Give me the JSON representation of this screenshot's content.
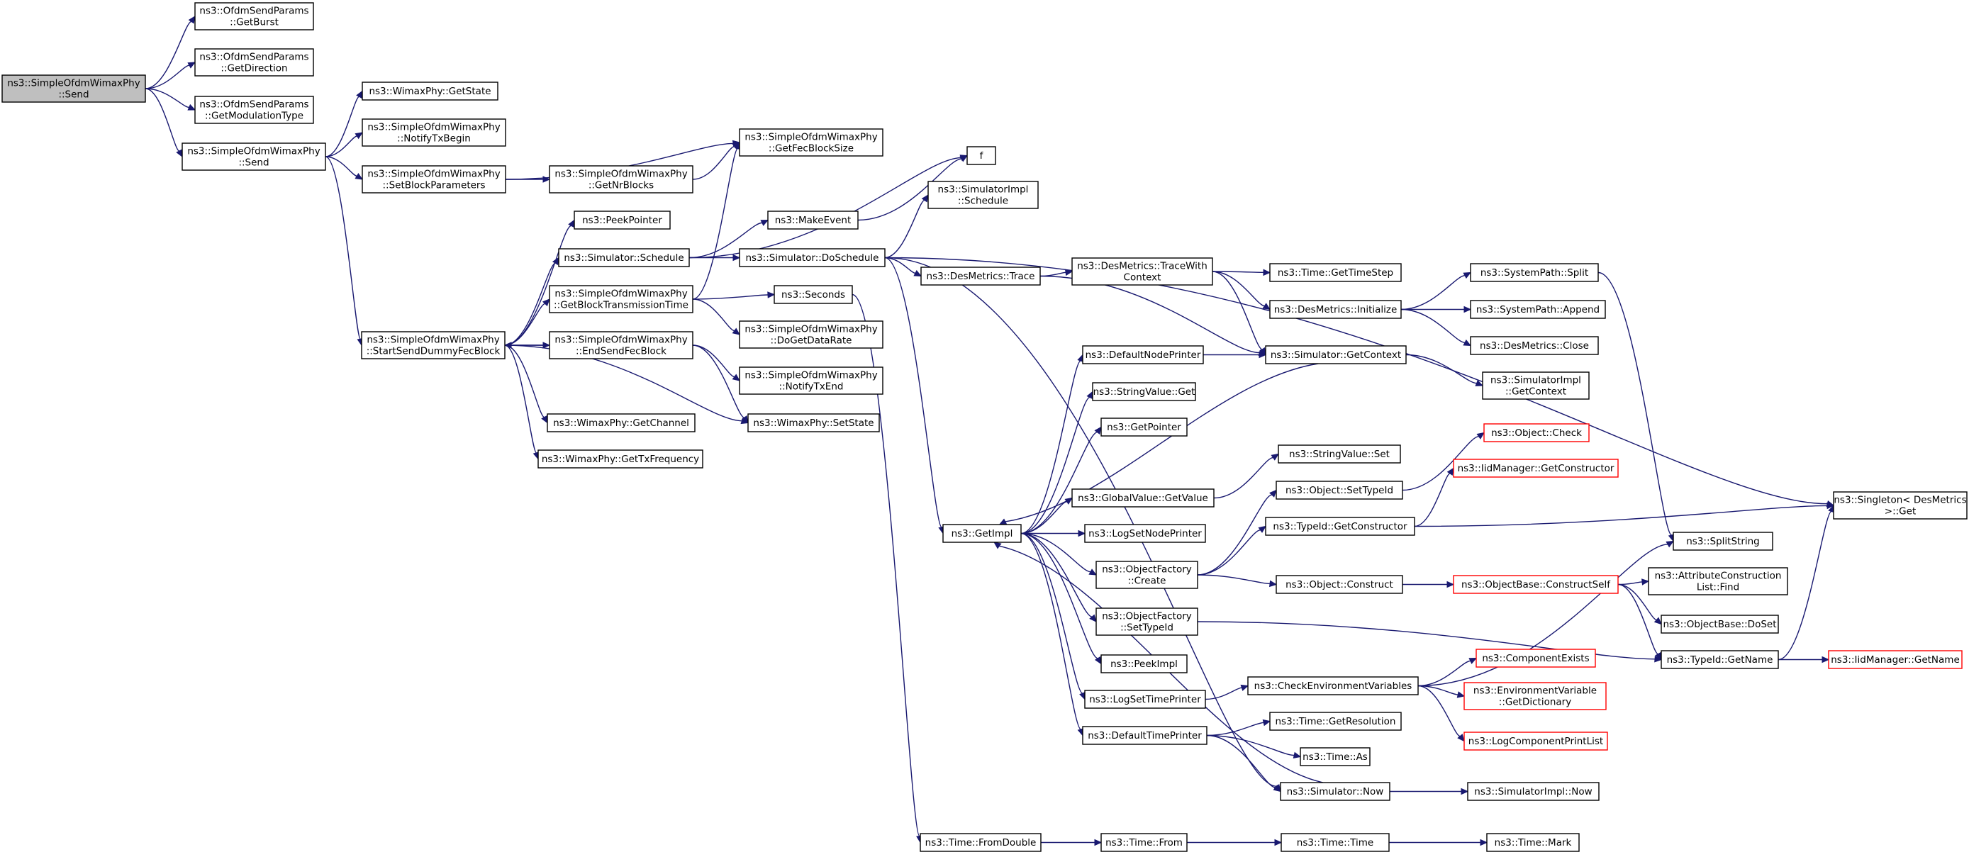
{
  "nodes": [
    {
      "id": "root",
      "lines": [
        "ns3::SimpleOfdmWimaxPhy",
        "::Send"
      ],
      "root": true
    },
    {
      "id": "getBurst",
      "lines": [
        "ns3::OfdmSendParams",
        "::GetBurst"
      ]
    },
    {
      "id": "getDirection",
      "lines": [
        "ns3::OfdmSendParams",
        "::GetDirection"
      ]
    },
    {
      "id": "getModType",
      "lines": [
        "ns3::OfdmSendParams",
        "::GetModulationType"
      ]
    },
    {
      "id": "send2",
      "lines": [
        "ns3::SimpleOfdmWimaxPhy",
        "::Send"
      ]
    },
    {
      "id": "getState",
      "lines": [
        "ns3::WimaxPhy::GetState"
      ]
    },
    {
      "id": "notifyTxBegin",
      "lines": [
        "ns3::SimpleOfdmWimaxPhy",
        "::NotifyTxBegin"
      ]
    },
    {
      "id": "setBlockParams",
      "lines": [
        "ns3::SimpleOfdmWimaxPhy",
        "::SetBlockParameters"
      ]
    },
    {
      "id": "getFecBlockSize",
      "lines": [
        "ns3::SimpleOfdmWimaxPhy",
        "::GetFecBlockSize"
      ]
    },
    {
      "id": "getNrBlocks",
      "lines": [
        "ns3::SimpleOfdmWimaxPhy",
        "::GetNrBlocks"
      ]
    },
    {
      "id": "f",
      "lines": [
        "f"
      ]
    },
    {
      "id": "simImplSchedule",
      "lines": [
        "ns3::SimulatorImpl",
        "::Schedule"
      ]
    },
    {
      "id": "peekPointer",
      "lines": [
        "ns3::PeekPointer"
      ]
    },
    {
      "id": "simSchedule",
      "lines": [
        "ns3::Simulator::Schedule"
      ]
    },
    {
      "id": "makeEvent",
      "lines": [
        "ns3::MakeEvent"
      ]
    },
    {
      "id": "doSchedule",
      "lines": [
        "ns3::Simulator::DoSchedule"
      ]
    },
    {
      "id": "getBlockTxTime",
      "lines": [
        "ns3::SimpleOfdmWimaxPhy",
        "::GetBlockTransmissionTime"
      ]
    },
    {
      "id": "seconds",
      "lines": [
        "ns3::Seconds"
      ]
    },
    {
      "id": "doGetDataRate",
      "lines": [
        "ns3::SimpleOfdmWimaxPhy",
        "::DoGetDataRate"
      ]
    },
    {
      "id": "startSend",
      "lines": [
        "ns3::SimpleOfdmWimaxPhy",
        "::StartSendDummyFecBlock"
      ]
    },
    {
      "id": "endSend",
      "lines": [
        "ns3::SimpleOfdmWimaxPhy",
        "::EndSendFecBlock"
      ]
    },
    {
      "id": "notifyTxEnd",
      "lines": [
        "ns3::SimpleOfdmWimaxPhy",
        "::NotifyTxEnd"
      ]
    },
    {
      "id": "getChannel",
      "lines": [
        "ns3::WimaxPhy::GetChannel"
      ]
    },
    {
      "id": "setState",
      "lines": [
        "ns3::WimaxPhy::SetState"
      ]
    },
    {
      "id": "getTxFreq",
      "lines": [
        "ns3::WimaxPhy::GetTxFrequency"
      ]
    },
    {
      "id": "desTrace",
      "lines": [
        "ns3::DesMetrics::Trace"
      ]
    },
    {
      "id": "traceWithCtx",
      "lines": [
        "ns3::DesMetrics::TraceWith",
        "Context"
      ]
    },
    {
      "id": "getTimeStep",
      "lines": [
        "ns3::Time::GetTimeStep"
      ]
    },
    {
      "id": "desInit",
      "lines": [
        "ns3::DesMetrics::Initialize"
      ]
    },
    {
      "id": "sysSplit",
      "lines": [
        "ns3::SystemPath::Split"
      ]
    },
    {
      "id": "sysAppend",
      "lines": [
        "ns3::SystemPath::Append"
      ]
    },
    {
      "id": "desClose",
      "lines": [
        "ns3::DesMetrics::Close"
      ]
    },
    {
      "id": "defNodePrinter",
      "lines": [
        "ns3::DefaultNodePrinter"
      ]
    },
    {
      "id": "getContext",
      "lines": [
        "ns3::Simulator::GetContext"
      ]
    },
    {
      "id": "simImplGetCtx",
      "lines": [
        "ns3::SimulatorImpl",
        "::GetContext"
      ]
    },
    {
      "id": "strValGet",
      "lines": [
        "ns3::StringValue::Get"
      ]
    },
    {
      "id": "getPointer",
      "lines": [
        "ns3::GetPointer"
      ]
    },
    {
      "id": "strValSet",
      "lines": [
        "ns3::StringValue::Set"
      ]
    },
    {
      "id": "objCheck",
      "lines": [
        "ns3::Object::Check"
      ],
      "red": true
    },
    {
      "id": "objSetTypeId",
      "lines": [
        "ns3::Object::SetTypeId"
      ]
    },
    {
      "id": "iidGetCtor",
      "lines": [
        "ns3::IidManager::GetConstructor"
      ],
      "red": true
    },
    {
      "id": "globalGetValue",
      "lines": [
        "ns3::GlobalValue::GetValue"
      ]
    },
    {
      "id": "getImpl",
      "lines": [
        "ns3::GetImpl"
      ]
    },
    {
      "id": "logSetNodePrinter",
      "lines": [
        "ns3::LogSetNodePrinter"
      ]
    },
    {
      "id": "typeIdGetCtor",
      "lines": [
        "ns3::TypeId::GetConstructor"
      ]
    },
    {
      "id": "singletonGet",
      "lines": [
        "ns3::Singleton< DesMetrics",
        " >::Get"
      ]
    },
    {
      "id": "splitString",
      "lines": [
        "ns3::SplitString"
      ]
    },
    {
      "id": "objFactCreate",
      "lines": [
        "ns3::ObjectFactory",
        "::Create"
      ]
    },
    {
      "id": "objConstruct",
      "lines": [
        "ns3::Object::Construct"
      ]
    },
    {
      "id": "constructSelf",
      "lines": [
        "ns3::ObjectBase::ConstructSelf"
      ],
      "red": true
    },
    {
      "id": "attrFind",
      "lines": [
        "ns3::AttributeConstruction",
        "List::Find"
      ]
    },
    {
      "id": "objBaseDoSet",
      "lines": [
        "ns3::ObjectBase::DoSet"
      ]
    },
    {
      "id": "objFactSetTypeId",
      "lines": [
        "ns3::ObjectFactory",
        "::SetTypeId"
      ]
    },
    {
      "id": "typeIdGetName",
      "lines": [
        "ns3::TypeId::GetName"
      ]
    },
    {
      "id": "iidGetName",
      "lines": [
        "ns3::IidManager::GetName"
      ],
      "red": true
    },
    {
      "id": "peekImpl",
      "lines": [
        "ns3::PeekImpl"
      ]
    },
    {
      "id": "compExists",
      "lines": [
        "ns3::ComponentExists"
      ],
      "red": true
    },
    {
      "id": "logSetTimePrinter",
      "lines": [
        "ns3::LogSetTimePrinter"
      ]
    },
    {
      "id": "checkEnvVars",
      "lines": [
        "ns3::CheckEnvironmentVariables"
      ]
    },
    {
      "id": "envGetDict",
      "lines": [
        "ns3::EnvironmentVariable",
        "::GetDictionary"
      ],
      "red": true
    },
    {
      "id": "logCompPrintList",
      "lines": [
        "ns3::LogComponentPrintList"
      ],
      "red": true
    },
    {
      "id": "defTimePrinter",
      "lines": [
        "ns3::DefaultTimePrinter"
      ]
    },
    {
      "id": "timeGetRes",
      "lines": [
        "ns3::Time::GetResolution"
      ]
    },
    {
      "id": "timeAs",
      "lines": [
        "ns3::Time::As"
      ]
    },
    {
      "id": "simNow",
      "lines": [
        "ns3::Simulator::Now"
      ]
    },
    {
      "id": "simImplNow",
      "lines": [
        "ns3::SimulatorImpl::Now"
      ]
    },
    {
      "id": "timeFromDouble",
      "lines": [
        "ns3::Time::FromDouble"
      ]
    },
    {
      "id": "timeFrom",
      "lines": [
        "ns3::Time::From"
      ]
    },
    {
      "id": "timeTime",
      "lines": [
        "ns3::Time::Time"
      ]
    },
    {
      "id": "timeMark",
      "lines": [
        "ns3::Time::Mark"
      ]
    }
  ],
  "edges": [
    [
      "root",
      "getBurst"
    ],
    [
      "root",
      "getDirection"
    ],
    [
      "root",
      "getModType"
    ],
    [
      "root",
      "send2"
    ],
    [
      "send2",
      "getState"
    ],
    [
      "send2",
      "notifyTxBegin"
    ],
    [
      "send2",
      "setBlockParams"
    ],
    [
      "send2",
      "startSend"
    ],
    [
      "setBlockParams",
      "getFecBlockSize"
    ],
    [
      "setBlockParams",
      "getNrBlocks"
    ],
    [
      "getNrBlocks",
      "getFecBlockSize"
    ],
    [
      "startSend",
      "peekPointer"
    ],
    [
      "startSend",
      "simSchedule"
    ],
    [
      "startSend",
      "getBlockTxTime"
    ],
    [
      "startSend",
      "endSend"
    ],
    [
      "startSend",
      "getChannel"
    ],
    [
      "startSend",
      "setState"
    ],
    [
      "startSend",
      "getTxFreq"
    ],
    [
      "endSend",
      "startSend"
    ],
    [
      "endSend",
      "notifyTxEnd"
    ],
    [
      "endSend",
      "setState"
    ],
    [
      "simSchedule",
      "f"
    ],
    [
      "simSchedule",
      "makeEvent"
    ],
    [
      "simSchedule",
      "doSchedule"
    ],
    [
      "makeEvent",
      "f"
    ],
    [
      "getBlockTxTime",
      "getFecBlockSize"
    ],
    [
      "getBlockTxTime",
      "seconds"
    ],
    [
      "getBlockTxTime",
      "doGetDataRate"
    ],
    [
      "seconds",
      "timeFromDouble"
    ],
    [
      "doSchedule",
      "simImplSchedule"
    ],
    [
      "doSchedule",
      "desTrace"
    ],
    [
      "doSchedule",
      "getImpl"
    ],
    [
      "doSchedule",
      "singletonGet"
    ],
    [
      "doSchedule",
      "simNow"
    ],
    [
      "desTrace",
      "traceWithCtx"
    ],
    [
      "desTrace",
      "getContext"
    ],
    [
      "traceWithCtx",
      "getTimeStep"
    ],
    [
      "traceWithCtx",
      "desInit"
    ],
    [
      "traceWithCtx",
      "getContext"
    ],
    [
      "desInit",
      "sysSplit"
    ],
    [
      "desInit",
      "sysAppend"
    ],
    [
      "desInit",
      "desClose"
    ],
    [
      "sysSplit",
      "splitString"
    ],
    [
      "getContext",
      "simImplGetCtx"
    ],
    [
      "getContext",
      "getImpl"
    ],
    [
      "defNodePrinter",
      "getContext"
    ],
    [
      "getImpl",
      "defNodePrinter"
    ],
    [
      "getImpl",
      "strValGet"
    ],
    [
      "getImpl",
      "getPointer"
    ],
    [
      "getImpl",
      "globalGetValue"
    ],
    [
      "getImpl",
      "logSetNodePrinter"
    ],
    [
      "getImpl",
      "objFactCreate"
    ],
    [
      "getImpl",
      "objFactSetTypeId"
    ],
    [
      "getImpl",
      "peekImpl"
    ],
    [
      "getImpl",
      "logSetTimePrinter"
    ],
    [
      "getImpl",
      "defTimePrinter"
    ],
    [
      "globalGetValue",
      "strValSet"
    ],
    [
      "objFactCreate",
      "objSetTypeId"
    ],
    [
      "objFactCreate",
      "typeIdGetCtor"
    ],
    [
      "objFactCreate",
      "objConstruct"
    ],
    [
      "objSetTypeId",
      "objCheck"
    ],
    [
      "typeIdGetCtor",
      "iidGetCtor"
    ],
    [
      "typeIdGetCtor",
      "singletonGet"
    ],
    [
      "objConstruct",
      "constructSelf"
    ],
    [
      "constructSelf",
      "attrFind"
    ],
    [
      "constructSelf",
      "objBaseDoSet"
    ],
    [
      "constructSelf",
      "typeIdGetName"
    ],
    [
      "objFactSetTypeId",
      "typeIdGetName"
    ],
    [
      "typeIdGetName",
      "iidGetName"
    ],
    [
      "typeIdGetName",
      "singletonGet"
    ],
    [
      "logSetTimePrinter",
      "checkEnvVars"
    ],
    [
      "checkEnvVars",
      "splitString"
    ],
    [
      "checkEnvVars",
      "compExists"
    ],
    [
      "checkEnvVars",
      "envGetDict"
    ],
    [
      "checkEnvVars",
      "logCompPrintList"
    ],
    [
      "defTimePrinter",
      "timeGetRes"
    ],
    [
      "defTimePrinter",
      "timeAs"
    ],
    [
      "defTimePrinter",
      "simNow"
    ],
    [
      "simNow",
      "simImplNow"
    ],
    [
      "simNow",
      "getImpl"
    ],
    [
      "timeFromDouble",
      "timeFrom"
    ],
    [
      "timeFrom",
      "timeTime"
    ],
    [
      "timeTime",
      "timeMark"
    ]
  ]
}
